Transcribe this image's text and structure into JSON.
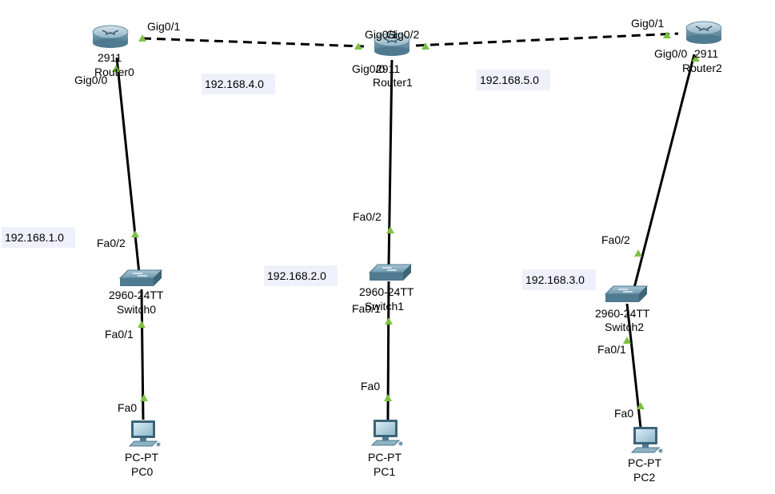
{
  "colors": {
    "link_up": "#7cc242",
    "cable": "#000000",
    "network_label_bg": "#eef0fb"
  },
  "networks": {
    "net_4": "192.168.4.0",
    "net_5": "192.168.5.0",
    "net_1": "192.168.1.0",
    "net_2": "192.168.2.0",
    "net_3": "192.168.3.0"
  },
  "devices": {
    "router0": {
      "model": "2911",
      "name": "Router0",
      "icon": "router-icon"
    },
    "router1": {
      "model": "2911",
      "name": "Router1",
      "icon": "router-icon"
    },
    "router2": {
      "model": "2911",
      "name": "Router2",
      "icon": "router-icon"
    },
    "switch0": {
      "model": "2960-24TT",
      "name": "Switch0",
      "icon": "switch-icon"
    },
    "switch1": {
      "model": "2960-24TT",
      "name": "Switch1",
      "icon": "switch-icon"
    },
    "switch2": {
      "model": "2960-24TT",
      "name": "Switch2",
      "icon": "switch-icon"
    },
    "pc0": {
      "model": "PC-PT",
      "name": "PC0",
      "icon": "pc-icon"
    },
    "pc1": {
      "model": "PC-PT",
      "name": "PC1",
      "icon": "pc-icon"
    },
    "pc2": {
      "model": "PC-PT",
      "name": "PC2",
      "icon": "pc-icon"
    }
  },
  "ports": {
    "r0_gig01": "Gig0/1",
    "r0_gig00": "Gig0/0",
    "r1_gig01": "Gig0/1",
    "r1_gig02": "Gig0/2",
    "r1_gig00": "Gig0/0",
    "r2_gig01": "Gig0/1",
    "r2_gig00": "Gig0/0",
    "sw0_fa02": "Fa0/2",
    "sw0_fa01": "Fa0/1",
    "sw1_fa02": "Fa0/2",
    "sw1_fa01": "Fa0/1",
    "sw2_fa02": "Fa0/2",
    "sw2_fa01": "Fa0/1",
    "pc0_fa0": "Fa0",
    "pc1_fa0": "Fa0",
    "pc2_fa0": "Fa0"
  }
}
